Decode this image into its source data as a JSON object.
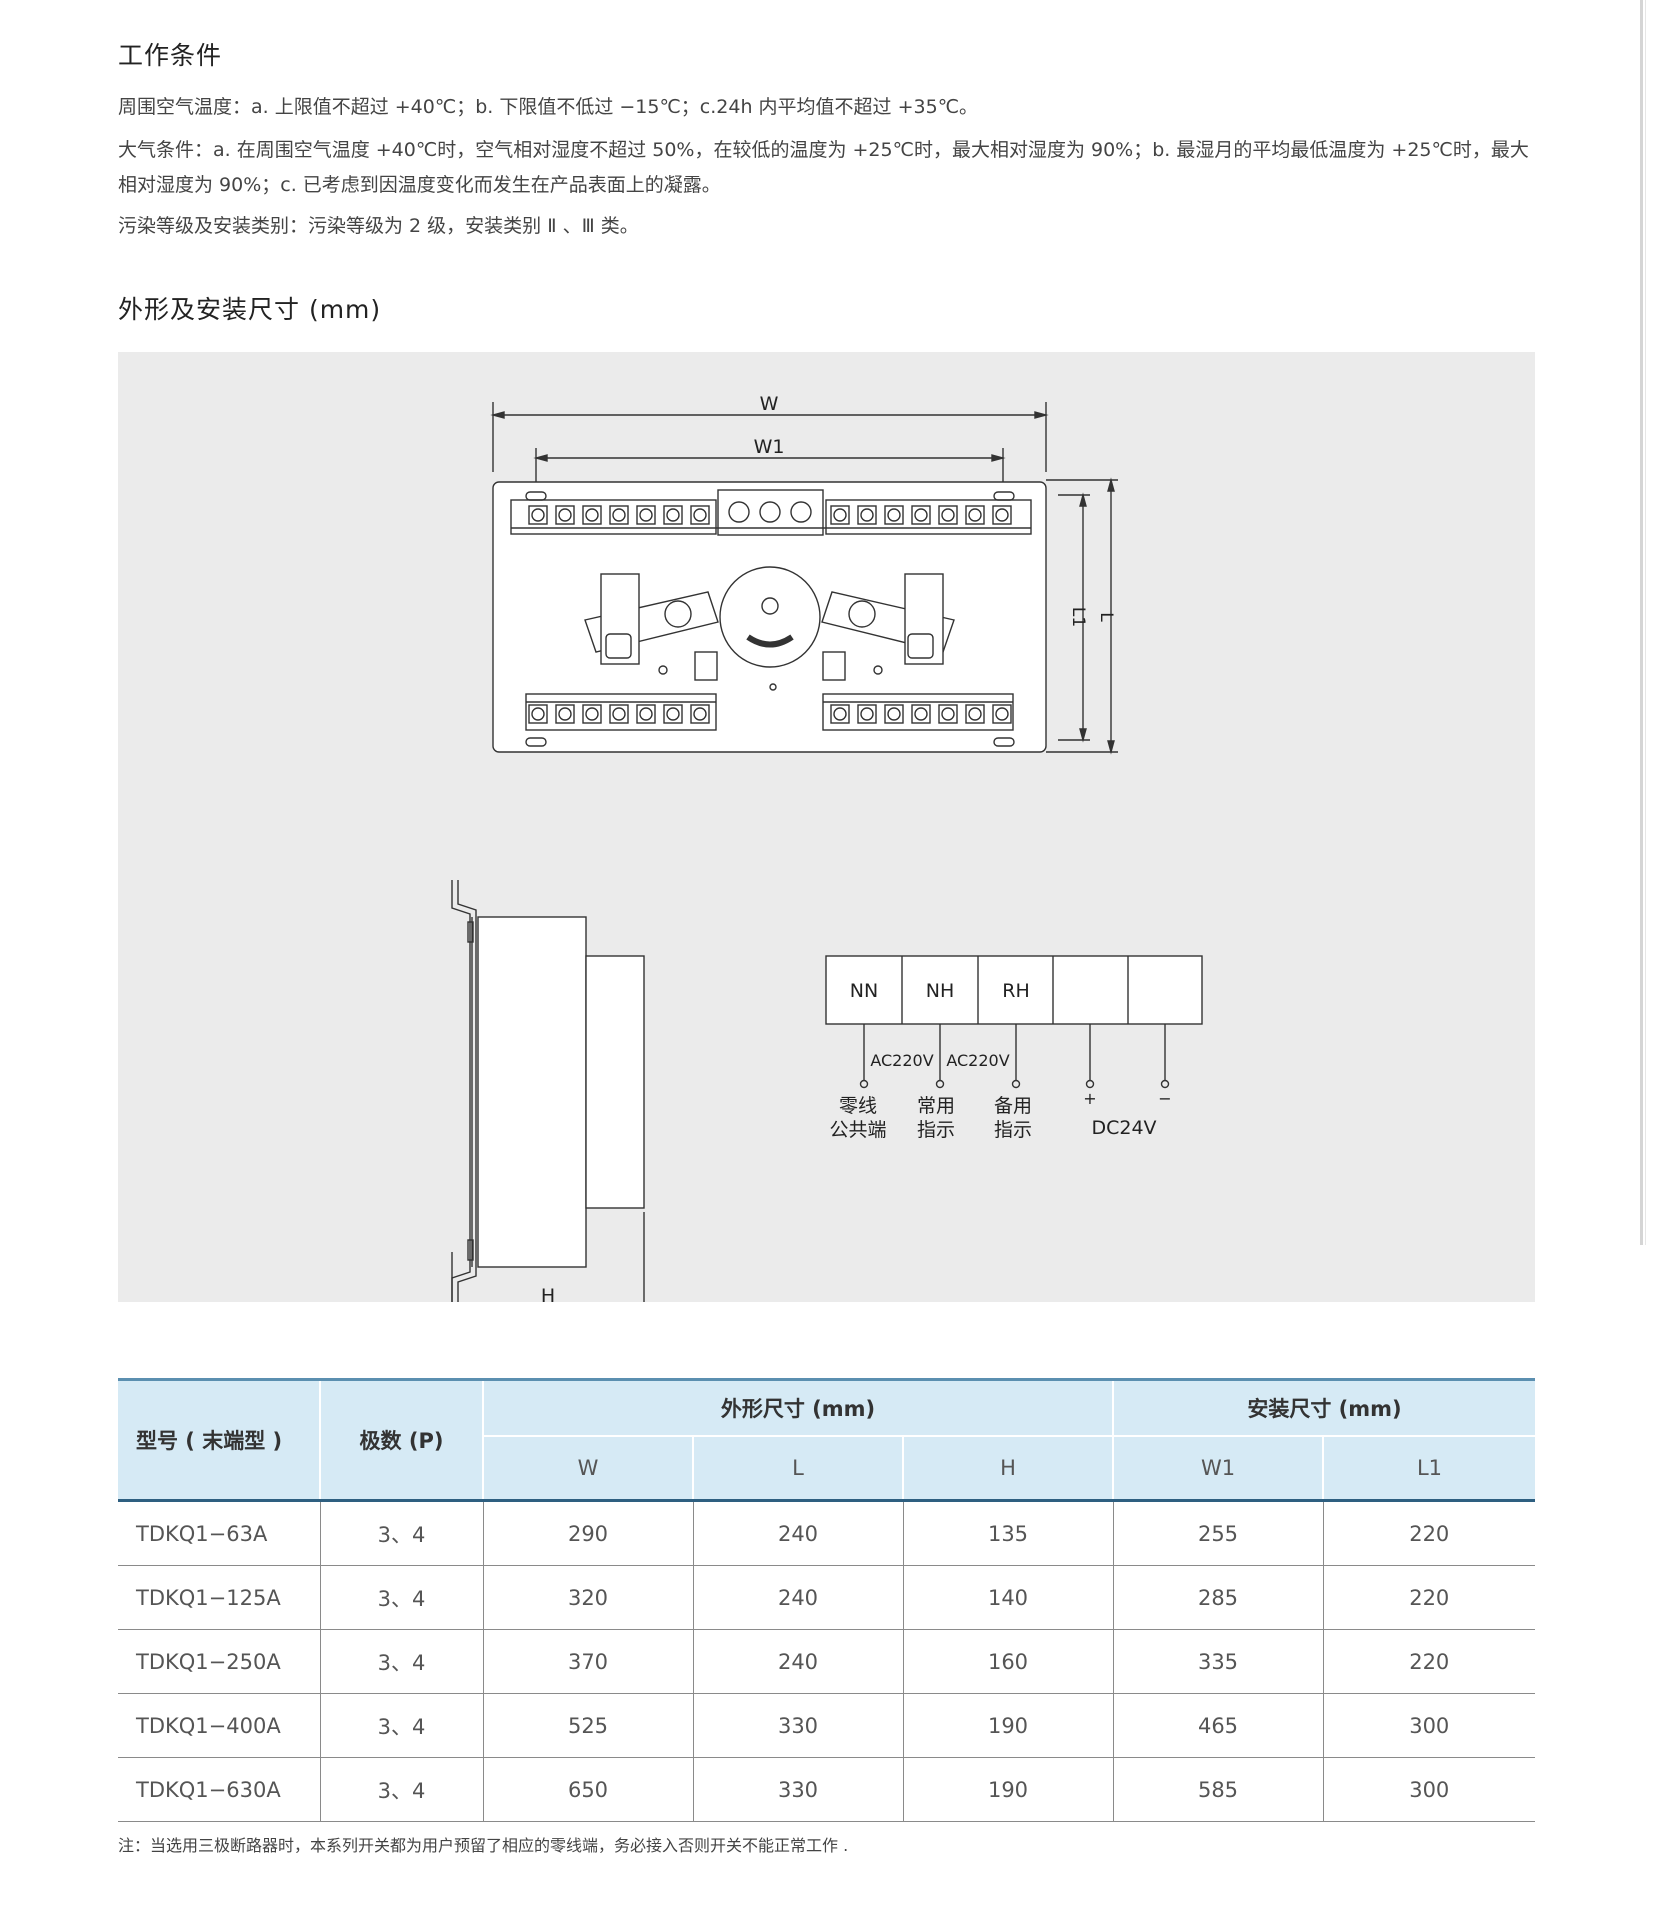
{
  "working_conditions": {
    "heading": "工作条件",
    "ambient": "周围空气温度：a. 上限值不超过 +40℃；b. 下限值不低过 −15℃；c.24h 内平均值不超过 +35℃。",
    "atmosphere": "大气条件：a. 在周围空气温度 +40℃时，空气相对湿度不超过 50%，在较低的温度为 +25℃时，最大相对湿度为 90%；b. 最湿月的平均最低温度为 +25℃时，最大相对湿度为 90%；c. 已考虑到因温度变化而发生在产品表面上的凝露。",
    "pollution": "污染等级及安装类别：污染等级为 2 级，安装类别 Ⅱ 、Ⅲ 类。"
  },
  "dimensions": {
    "heading": "外形及安装尺寸 (mm)"
  },
  "drawing": {
    "dim_w": "W",
    "dim_w1": "W1",
    "dim_l": "L",
    "dim_l1": "L1",
    "dim_h": "H",
    "terminals": [
      "NN",
      "NH",
      "RH",
      "",
      ""
    ],
    "voltage_1": "AC220V",
    "voltage_2": "AC220V",
    "plus": "+",
    "minus": "−",
    "label_nn_1": "零线",
    "label_nn_2": "公共端",
    "label_nh_1": "常用",
    "label_nh_2": "指示",
    "label_rh_1": "备用",
    "label_rh_2": "指示",
    "dc": "DC24V"
  },
  "table": {
    "col_model": "型号 ( 末端型 )",
    "col_poles": "极数 (P)",
    "group_outline": "外形尺寸 (mm)",
    "group_install": "安装尺寸 (mm)",
    "sub_w": "W",
    "sub_l": "L",
    "sub_h": "H",
    "sub_w1": "W1",
    "sub_l1": "L1",
    "rows": [
      {
        "model": "TDKQ1−63A",
        "poles": "3、4",
        "w": "290",
        "l": "240",
        "h": "135",
        "w1": "255",
        "l1": "220"
      },
      {
        "model": "TDKQ1−125A",
        "poles": "3、4",
        "w": "320",
        "l": "240",
        "h": "140",
        "w1": "285",
        "l1": "220"
      },
      {
        "model": "TDKQ1−250A",
        "poles": "3、4",
        "w": "370",
        "l": "240",
        "h": "160",
        "w1": "335",
        "l1": "220"
      },
      {
        "model": "TDKQ1−400A",
        "poles": "3、4",
        "w": "525",
        "l": "330",
        "h": "190",
        "w1": "465",
        "l1": "300"
      },
      {
        "model": "TDKQ1−630A",
        "poles": "3、4",
        "w": "650",
        "l": "330",
        "h": "190",
        "w1": "585",
        "l1": "300"
      }
    ]
  },
  "note": "注：当选用三极断路器时，本系列开关都为用户预留了相应的零线端，务必接入否则开关不能正常工作 ."
}
